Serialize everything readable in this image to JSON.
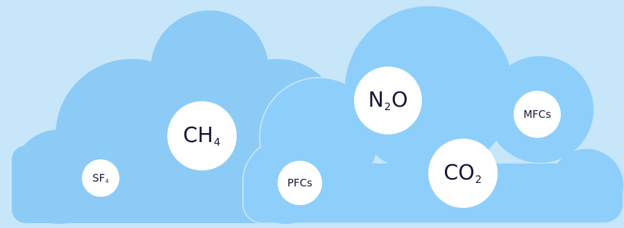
{
  "colors": {
    "background": "#c8e6fa",
    "cloud_left": "#8ccbf5",
    "cloud_right": "#8ecefa",
    "bubble": "#ffffff",
    "text": "#16163a"
  },
  "gases": {
    "ch4": {
      "main": "CH",
      "sub": "4"
    },
    "sf4": {
      "main": "SF",
      "sub": "4"
    },
    "n2o": {
      "main": "N",
      "sub": "2",
      "tail": "O"
    },
    "mfcs": {
      "main": "MFCs"
    },
    "co2": {
      "main": "CO",
      "sub": "2"
    },
    "pfcs": {
      "main": "PFCs"
    }
  }
}
